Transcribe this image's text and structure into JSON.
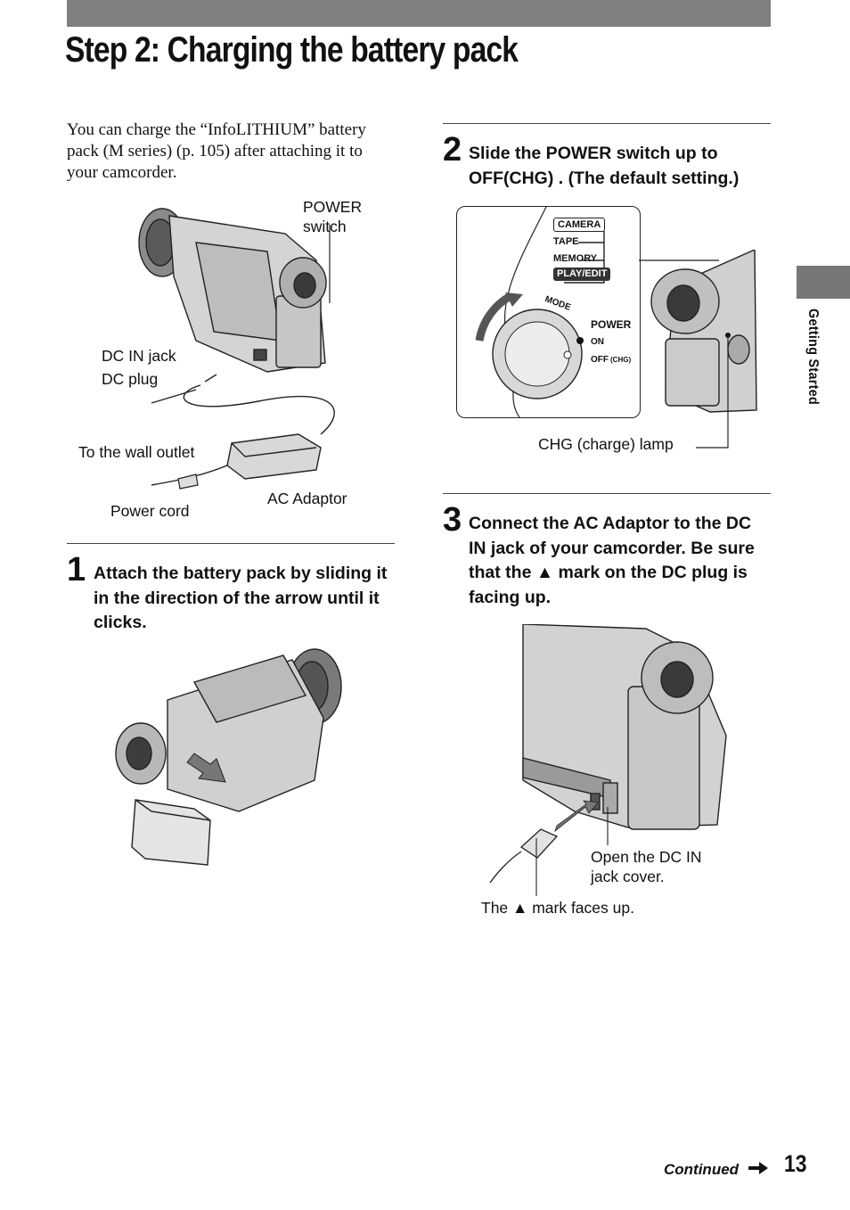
{
  "page": {
    "title": "Step 2: Charging the battery pack",
    "section_tab": "Getting Started",
    "intro": "You can charge the “InfoLITHIUM” battery pack (M series) (p. 105) after attaching it to your camcorder.",
    "continued": "Continued",
    "page_number": "13"
  },
  "figure1": {
    "power_switch": "POWER switch",
    "dc_in_jack": "DC IN jack",
    "dc_plug": "DC plug",
    "wall_outlet": "To the wall outlet",
    "ac_adaptor": "AC Adaptor",
    "power_cord": "Power cord"
  },
  "steps": [
    {
      "number": "1",
      "text": "Attach the battery pack by sliding it in the direction of the arrow until it clicks."
    },
    {
      "number": "2",
      "text": "Slide the POWER switch up to OFF(CHG) . (The default setting.)"
    },
    {
      "number": "3",
      "text": "Connect the AC Adaptor to the DC IN jack of your camcorder. Be sure that the ▲ mark on the DC plug is facing up."
    }
  ],
  "figure2": {
    "modes": [
      "CAMERA",
      "TAPE",
      "MEMORY",
      "PLAY/EDIT"
    ],
    "mode_label": "MODE",
    "power_label": "POWER",
    "on_label": "ON",
    "off_label": "OFF",
    "chg_label": "(CHG)",
    "chg_lamp": "CHG (charge) lamp"
  },
  "figure3": {
    "open_cover": "Open the DC IN jack cover.",
    "mark_faces_up": "The ▲ mark faces up."
  }
}
